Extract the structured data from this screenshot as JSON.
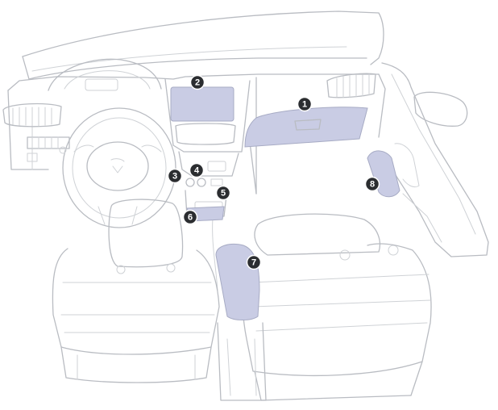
{
  "diagram": {
    "zone_color": "#c9cce4",
    "marker_color": "#2b2d30",
    "markers": [
      {
        "id": "1",
        "label": "1"
      },
      {
        "id": "2",
        "label": "2"
      },
      {
        "id": "3",
        "label": "3"
      },
      {
        "id": "4",
        "label": "4"
      },
      {
        "id": "5",
        "label": "5"
      },
      {
        "id": "6",
        "label": "6"
      },
      {
        "id": "7",
        "label": "7"
      },
      {
        "id": "8",
        "label": "8"
      }
    ]
  }
}
